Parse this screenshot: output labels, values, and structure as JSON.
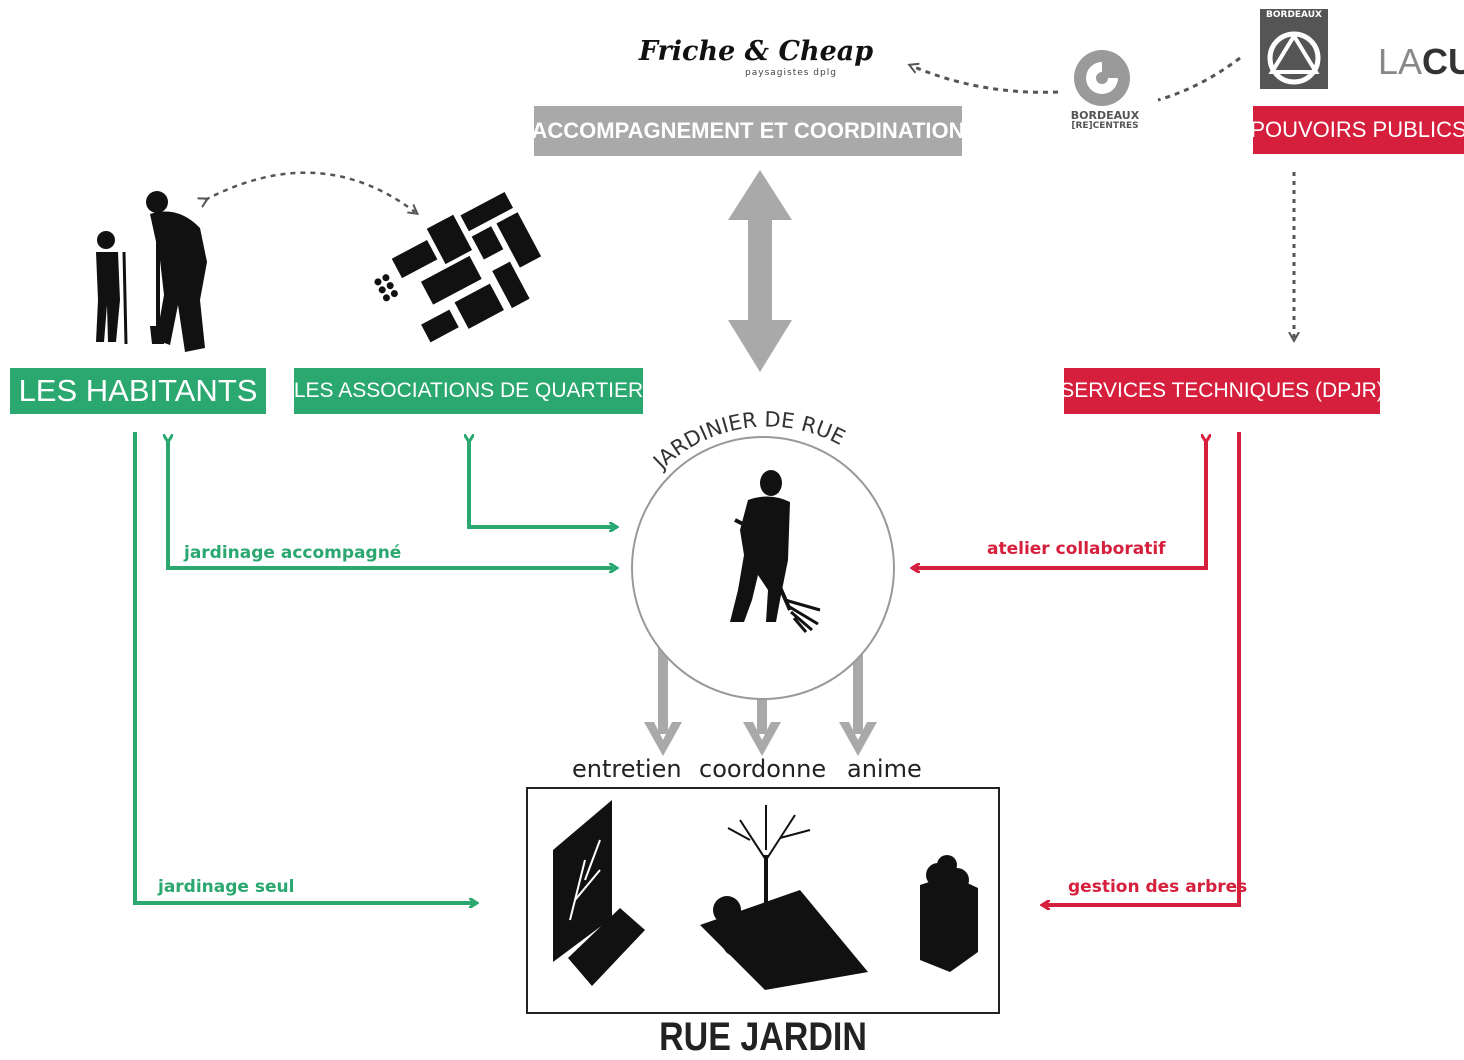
{
  "partners": {
    "friche_title": "Friche & Cheap",
    "friche_subtitle": "paysagistes dplg",
    "bordeaux_recentres_line1": "BORDEAUX",
    "bordeaux_recentres_line2": "[RE]CENTRES",
    "bordeaux_logo_label": "BORDEAUX",
    "lacub_la": "LA",
    "lacub_cub": "CUB"
  },
  "boxes": {
    "accompagnement": "ACCOMPAGNEMENT ET COORDINATION",
    "pouvoirs_publics": "POUVOIRS PUBLICS",
    "habitants": "LES HABITANTS",
    "associations": "LES ASSOCIATIONS DE QUARTIER",
    "services": "SERVICES TECHNIQUES (DPJR)"
  },
  "center": {
    "title": "JARDINIER DE RUE"
  },
  "flows": {
    "jardinage_accompagne": "jardinage accompagné",
    "jardinage_seul": "jardinage seul",
    "atelier_collaboratif": "atelier collaboratif",
    "gestion_des_arbres": "gestion des arbres"
  },
  "actions": {
    "entretien": "entretien",
    "coordonne": "coordonne",
    "anime": "anime"
  },
  "result": {
    "title": "RUE JARDIN"
  },
  "colors": {
    "green": "#2aa870",
    "red": "#d61f3c",
    "grey": "#a9a9a9"
  }
}
